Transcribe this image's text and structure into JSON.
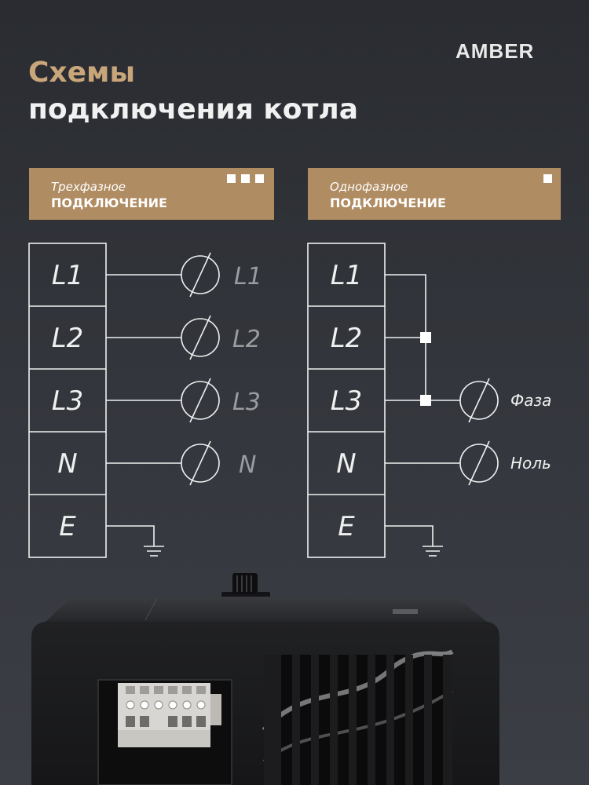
{
  "brand": {
    "logo": "AMBER"
  },
  "heading": {
    "line1": "Схемы",
    "line2": "подключения котла"
  },
  "three_phase": {
    "label_line1": "Трехфазное",
    "label_line2": "ПОДКЛЮЧЕНИЕ",
    "indicator_squares": 3,
    "terminals": [
      "L1",
      "L2",
      "L3",
      "N",
      "E"
    ],
    "outputs": [
      "L1",
      "L2",
      "L3",
      "N"
    ]
  },
  "single_phase": {
    "label_line1": "Однофазное",
    "label_line2": "ПОДКЛЮЧЕНИЕ",
    "indicator_squares": 1,
    "terminals": [
      "L1",
      "L2",
      "L3",
      "N",
      "E"
    ],
    "outputs": [
      "Фаза",
      "Ноль"
    ]
  },
  "colors": {
    "accent_gold": "#c9a57a",
    "banner_gold": "#b08c62",
    "line_white": "#f0f0f0",
    "device_black": "#1c1c1e"
  }
}
